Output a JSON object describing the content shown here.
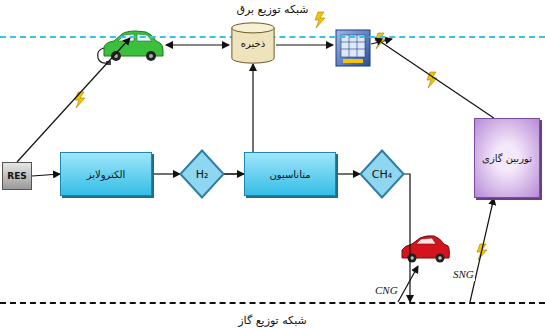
{
  "diagram": {
    "nodes": [
      {
        "text": [
          "شبکه توزیع برق"
        ]
      },
      {
        "text": [
          "RES"
        ]
      },
      {
        "text": [
          "الکترولایز"
        ]
      },
      {
        "text": [
          "H₂"
        ]
      },
      {
        "text": [
          "ذخیره"
        ]
      },
      {
        "text": [
          "متاناسیون"
        ]
      },
      {
        "text": [
          "CH₄"
        ]
      },
      {
        "text": [
          "توربین گازی"
        ]
      },
      {
        "text": [
          "شبکه توزیع گاز"
        ]
      }
    ],
    "edges": [
      {
        "from": 1,
        "to": 0,
        "arrow": "to"
      },
      {
        "from": 1,
        "to": 2,
        "arrow": "to"
      },
      {
        "from": 2,
        "to": 3,
        "arrow": "to"
      },
      {
        "from": 3,
        "to": 5,
        "arrow": "to"
      },
      {
        "from": 3,
        "to": 4,
        "arrow": "to"
      },
      {
        "from": 5,
        "to": 6,
        "arrow": "to"
      },
      {
        "from": 6,
        "to": 8,
        "arrow": "to"
      },
      {
        "from": 8,
        "to": 7,
        "label": "SNG",
        "arrow": "to"
      },
      {
        "from": 7,
        "to": 0,
        "arrow": "to"
      }
    ],
    "labels": [
      "CNG"
    ]
  }
}
